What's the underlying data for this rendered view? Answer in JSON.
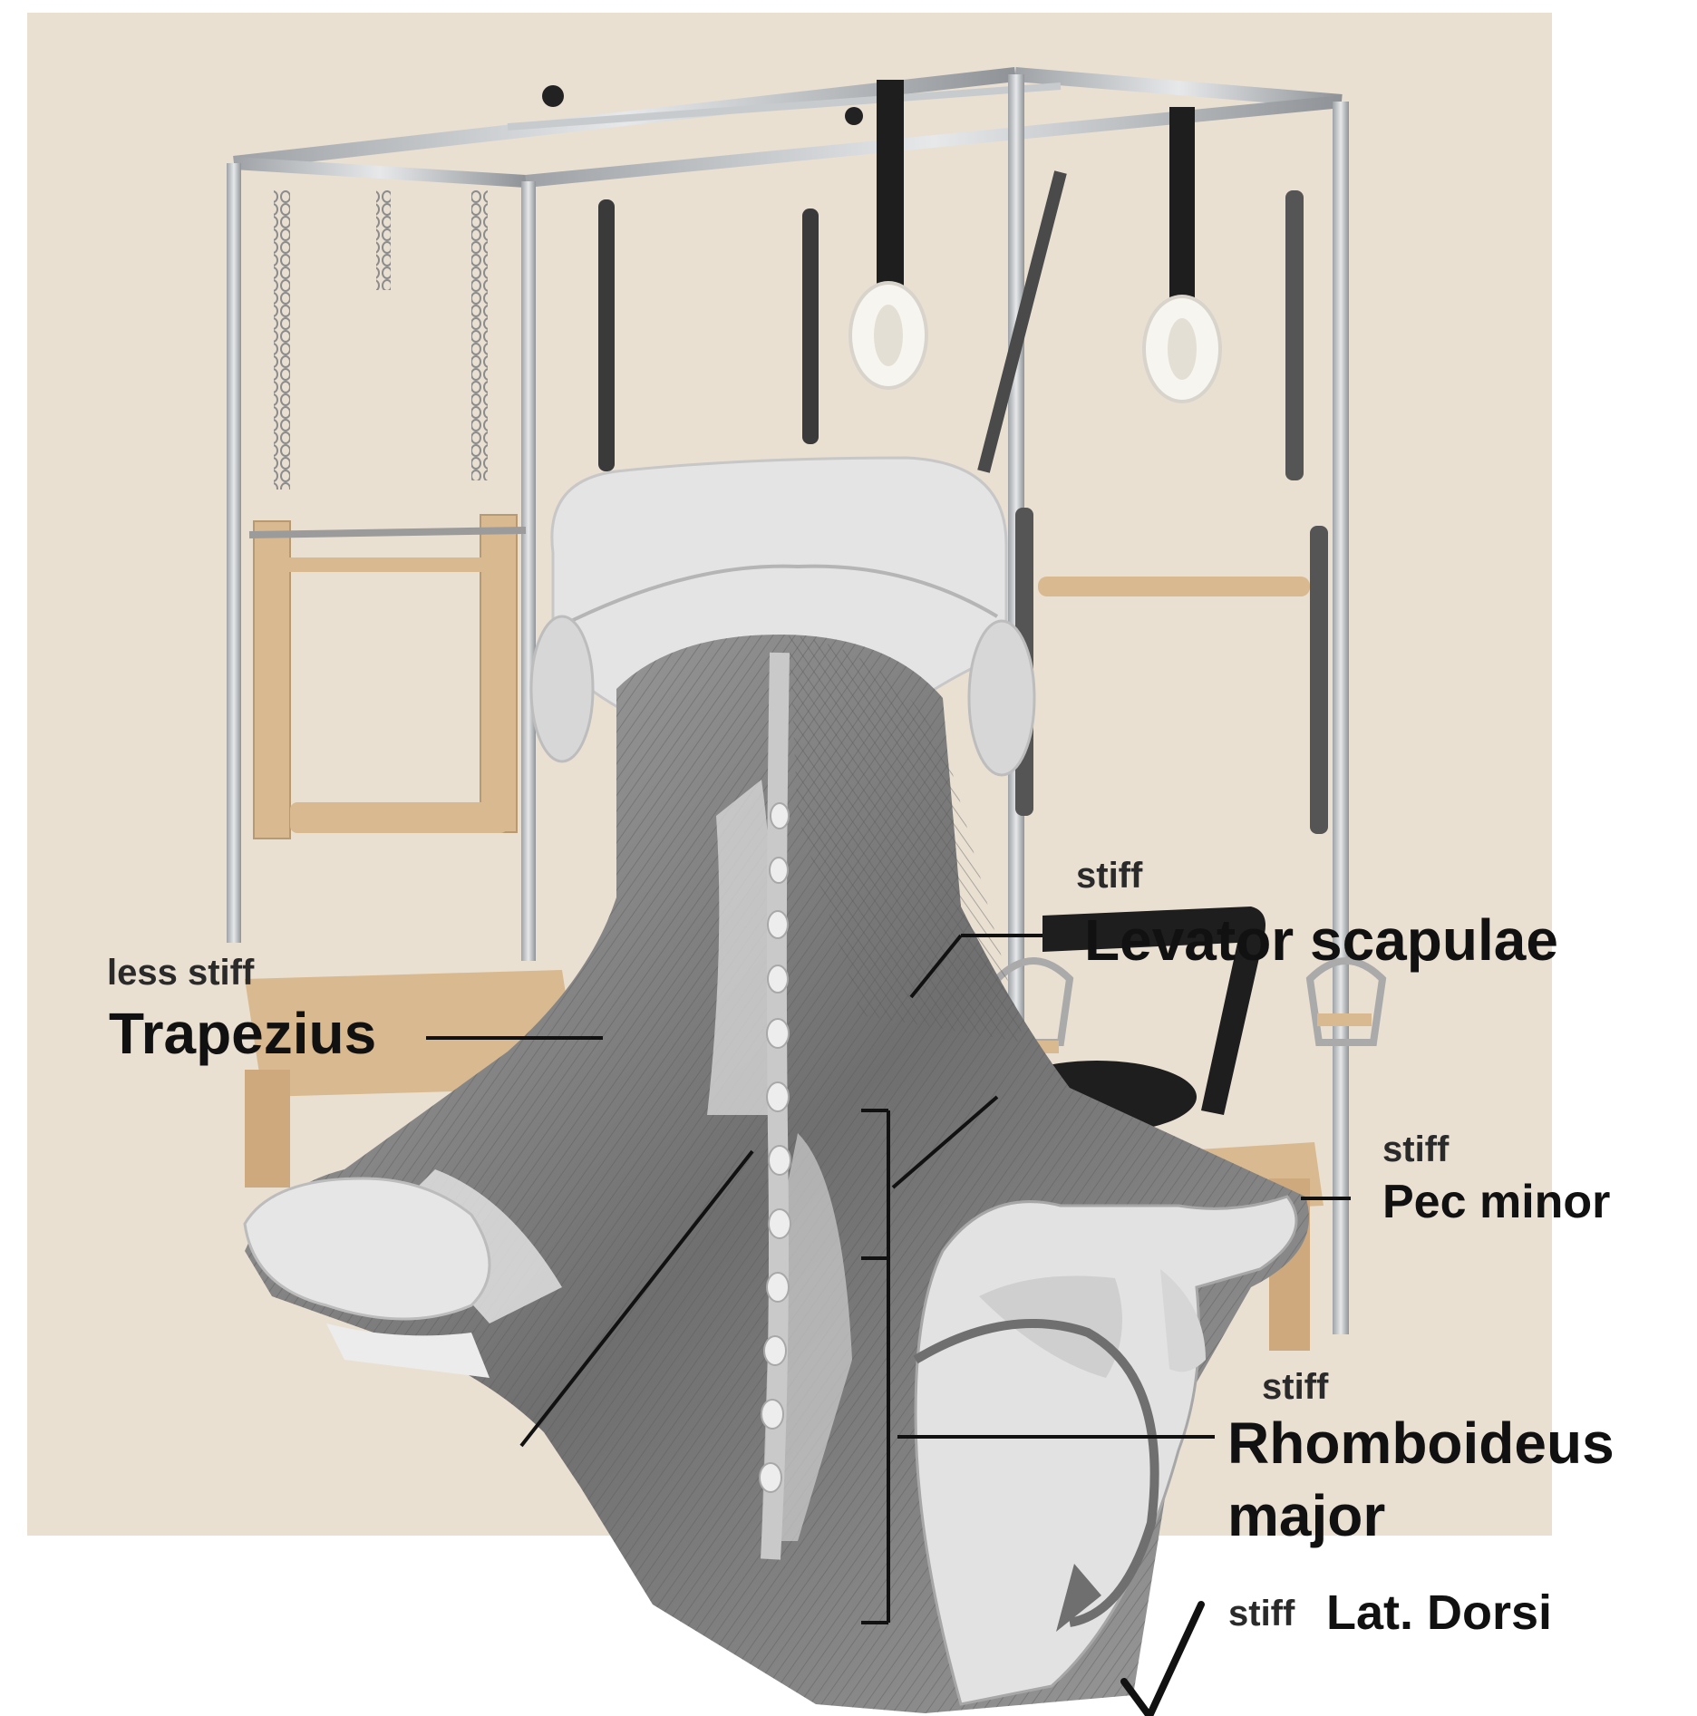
{
  "labels": {
    "trapezius": {
      "qualifier": "less stiff",
      "name": "Trapezius"
    },
    "levator": {
      "qualifier": "stiff",
      "name": "Levator scapulae"
    },
    "pec_minor": {
      "qualifier": "stiff",
      "name": "Pec minor"
    },
    "rhomboideus": {
      "qualifier": "stiff",
      "name_line1": "Rhomboideus",
      "name_line2": "major"
    },
    "lat_dorsi": {
      "qualifier": "stiff",
      "name": "Lat. Dorsi"
    }
  },
  "colors": {
    "backdrop": "#e9e0d2",
    "frame_metal": "#b9bcbf",
    "wood": "#d9b98f",
    "strap": "#1e1e1e",
    "muscle": "#8e8e8e",
    "bone": "#dedede",
    "arrow": "#6f6f6f"
  },
  "icons": [
    "pilates-cadillac-frame",
    "back-muscle-illustration",
    "rotation-arrow",
    "checkmark-icon"
  ]
}
